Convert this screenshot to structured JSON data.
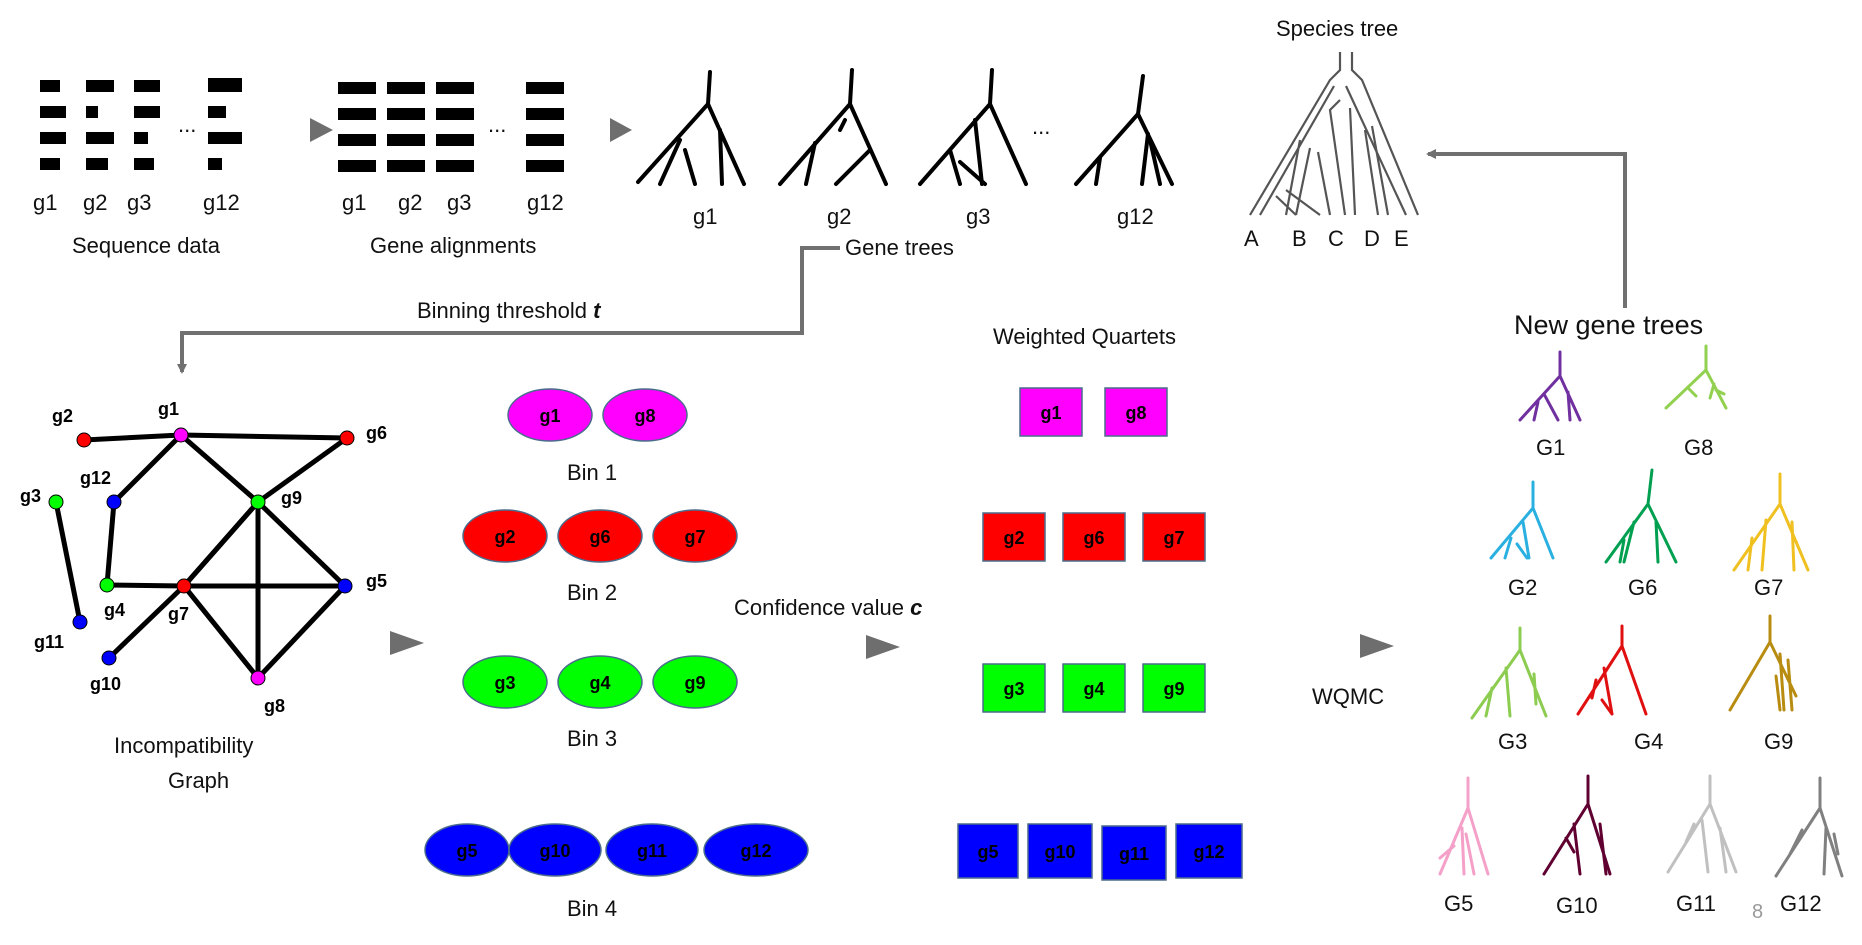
{
  "sequence": {
    "genes": [
      "g1",
      "g2",
      "g3",
      "g12"
    ],
    "caption": "Sequence data",
    "ellipsis": "..."
  },
  "alignments": {
    "genes": [
      "g1",
      "g2",
      "g3",
      "g12"
    ],
    "caption": "Gene alignments",
    "ellipsis": "..."
  },
  "gene_trees": {
    "genes": [
      "g1",
      "g2",
      "g3",
      "g12"
    ],
    "caption": "Gene trees",
    "ellipsis": "..."
  },
  "species_tree": {
    "title": "Species tree",
    "taxa": [
      "A",
      "B",
      "C",
      "D",
      "E"
    ]
  },
  "binning_label": {
    "text": "Binning threshold ",
    "var": "t"
  },
  "graph": {
    "caption_line1": "Incompatibility",
    "caption_line2": "Graph",
    "nodes": [
      {
        "id": "g1",
        "color": "#ff00ff"
      },
      {
        "id": "g2",
        "color": "#ff0000"
      },
      {
        "id": "g3",
        "color": "#00ff00"
      },
      {
        "id": "g4",
        "color": "#00ff00"
      },
      {
        "id": "g5",
        "color": "#0000ff"
      },
      {
        "id": "g6",
        "color": "#ff0000"
      },
      {
        "id": "g7",
        "color": "#ff0000"
      },
      {
        "id": "g8",
        "color": "#ff00ff"
      },
      {
        "id": "g9",
        "color": "#00ff00"
      },
      {
        "id": "g10",
        "color": "#0000ff"
      },
      {
        "id": "g11",
        "color": "#0000ff"
      },
      {
        "id": "g12",
        "color": "#0000ff"
      }
    ]
  },
  "bins": [
    {
      "label": "Bin 1",
      "color": "#ff00ff",
      "genes": [
        "g1",
        "g8"
      ]
    },
    {
      "label": "Bin 2",
      "color": "#ff0000",
      "genes": [
        "g2",
        "g6",
        "g7"
      ]
    },
    {
      "label": "Bin 3",
      "color": "#00ff00",
      "genes": [
        "g3",
        "g4",
        "g9"
      ]
    },
    {
      "label": "Bin 4",
      "color": "#0000ff",
      "genes": [
        "g5",
        "g10",
        "g11",
        "g12"
      ]
    }
  ],
  "quartets": {
    "title": "Weighted Quartets"
  },
  "confidence_label": {
    "text": "Confidence value ",
    "var": "c"
  },
  "wqmc_label": "WQMC",
  "new_gene_trees": {
    "title": "New gene trees",
    "trees": [
      {
        "label": "G1",
        "color": "#7030a0"
      },
      {
        "label": "G8",
        "color": "#92d050"
      },
      {
        "label": "G2",
        "color": "#2ab0e0"
      },
      {
        "label": "G6",
        "color": "#00a050"
      },
      {
        "label": "G7",
        "color": "#f0c020"
      },
      {
        "label": "G3",
        "color": "#8ccc50"
      },
      {
        "label": "G4",
        "color": "#e01010"
      },
      {
        "label": "G9",
        "color": "#b88c10"
      },
      {
        "label": "G5",
        "color": "#f4a0c8"
      },
      {
        "label": "G10",
        "color": "#600030"
      },
      {
        "label": "G11",
        "color": "#c0c0c0"
      },
      {
        "label": "G12",
        "color": "#808080"
      }
    ]
  },
  "page_number": "8",
  "colors": {
    "arrow": "#6e6e6e",
    "connector": "#707070",
    "border": "#4a6c8c"
  }
}
